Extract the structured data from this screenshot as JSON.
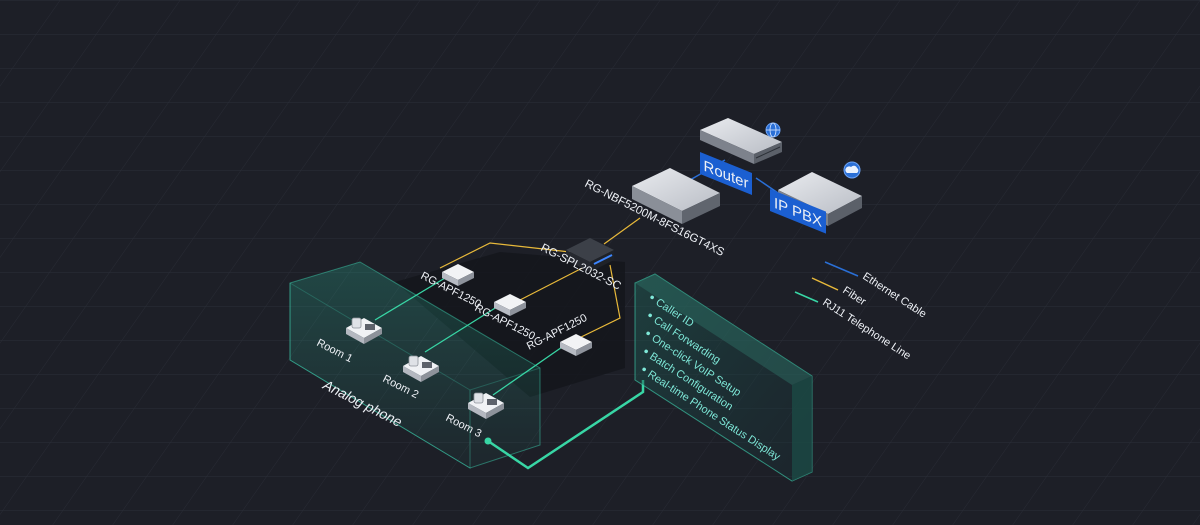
{
  "devices": {
    "router": "Router",
    "ip_pbx": "IP PBX",
    "olt": "RG-NBF5200M-8FS16GT4XS",
    "splitter": "RG-SPL2032-SC",
    "onu_1": "RG-APF1250",
    "onu_2": "RG-APF1250",
    "onu_3": "RG-APF1250"
  },
  "rooms": [
    "Room 1",
    "Room 2",
    "Room 3"
  ],
  "analog_label": "Analog phone",
  "features": [
    "Caller ID",
    "Call Forwarding",
    "One-click VoIP Setup",
    "Batch Configuration",
    "Real-time Phone Status Display"
  ],
  "legend": [
    {
      "label": "Ethernet Cable",
      "color": "#2a6fd6"
    },
    {
      "label": "Fiber",
      "color": "#e8b93a"
    },
    {
      "label": "RJ11 Telephone Line",
      "color": "#38d6a5"
    }
  ],
  "colors": {
    "background": "#1d1f27",
    "tag_blue": "#1b5fd1",
    "accent_teal": "#38d6a5"
  },
  "icons": {
    "router_badge": "globe-icon",
    "pbx_badge": "cloud-icon",
    "phone": "phone-icon"
  }
}
